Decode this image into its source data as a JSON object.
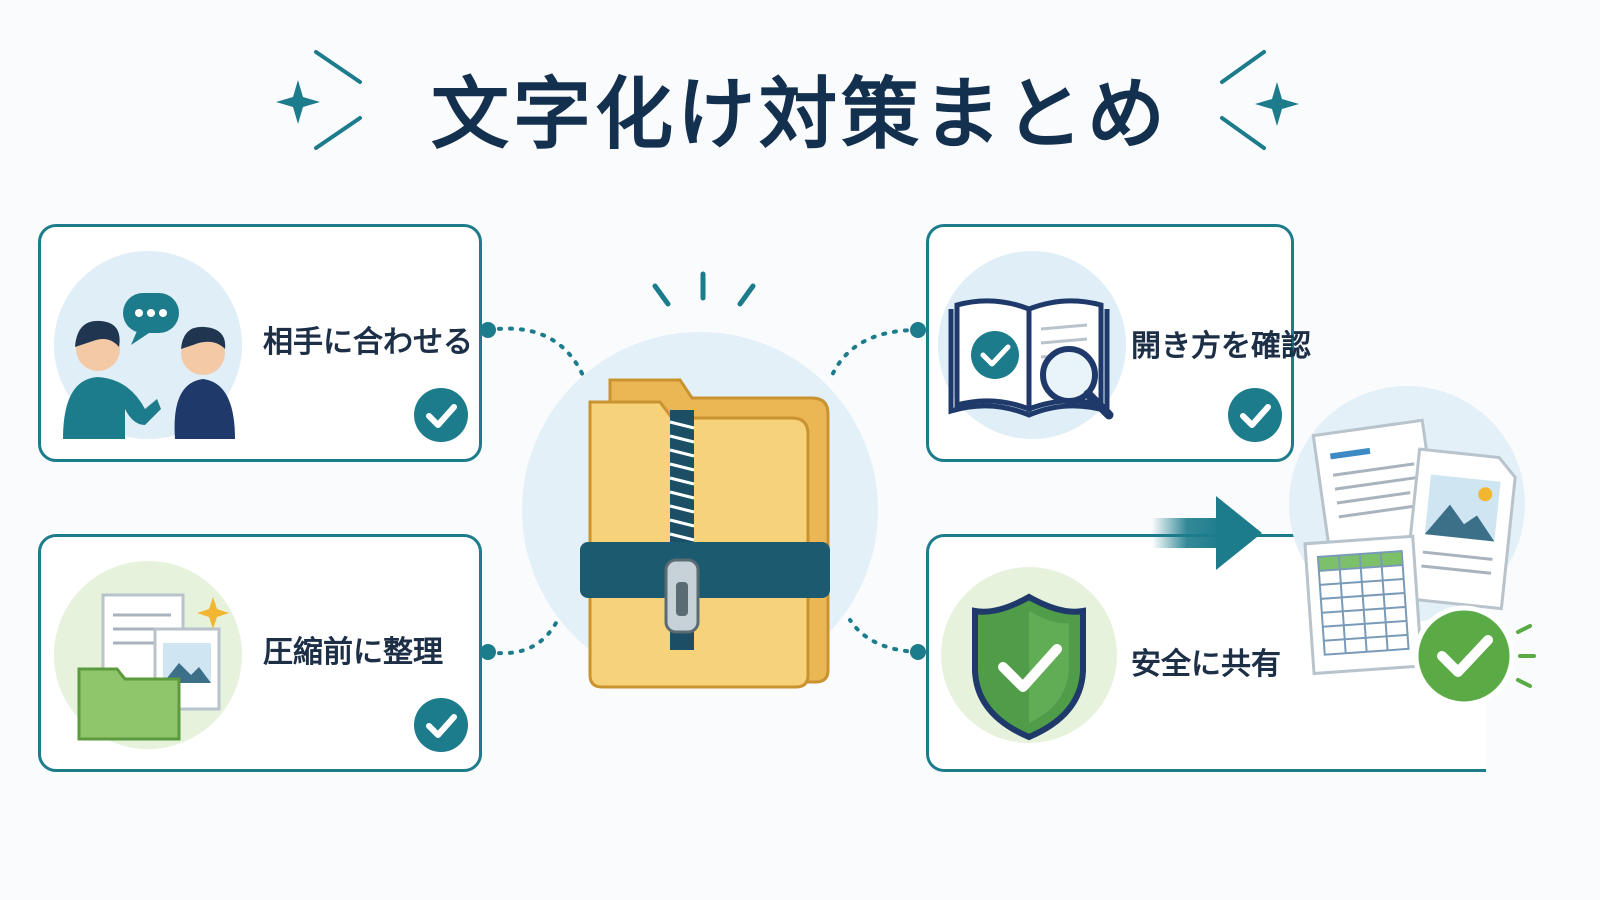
{
  "title": "文字化け対策まとめ",
  "colors": {
    "accent": "#1d7c8c",
    "navy": "#14304f",
    "folder": "#f6d27a",
    "check_teal": "#1d7c8c",
    "check_green": "#5aaa45"
  },
  "center": {
    "icon": "zip-folder-icon"
  },
  "cards": [
    {
      "id": "match-other-party",
      "label": "相手に合わせる",
      "icon": "conversation-icon"
    },
    {
      "id": "organize-before-compress",
      "label": "圧縮前に整理",
      "icon": "files-folder-icon"
    },
    {
      "id": "check-how-to-open",
      "label": "開き方を確認",
      "icon": "book-magnifier-icon"
    },
    {
      "id": "share-safely",
      "label": "安全に共有",
      "icon": "shield-check-icon"
    }
  ],
  "result": {
    "icon": "documents-check-icon"
  }
}
